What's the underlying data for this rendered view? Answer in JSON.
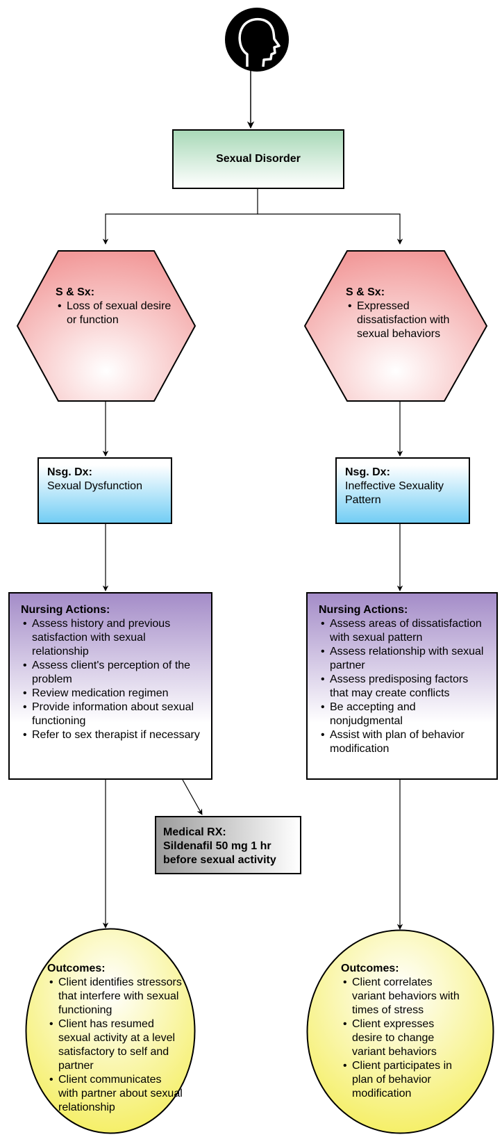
{
  "top": {
    "icon": "head-profile-icon"
  },
  "disorder": {
    "title": "Sexual Disorder"
  },
  "left": {
    "sx": {
      "title": "S & Sx:",
      "items": [
        "Loss of sexual desire or function"
      ]
    },
    "dx": {
      "title": "Nsg. Dx:",
      "text": "Sexual Dysfunction"
    },
    "actions": {
      "title": "Nursing Actions:",
      "items": [
        "Assess history and previous satisfaction with sexual relationship",
        "Assess client's perception of the problem",
        "Review medication regimen",
        "Provide information about sexual functioning",
        "Refer to sex therapist if necessary"
      ]
    },
    "outcomes": {
      "title": "Outcomes:",
      "items": [
        "Client identifies stressors that interfere with sexual functioning",
        "Client has resumed sexual activity at a level satisfactory to self and partner",
        "Client communicates with partner about sexual relationship"
      ]
    }
  },
  "medical": {
    "title": "Medical RX:",
    "text": "Sildenafil 50 mg 1 hr before sexual activity"
  },
  "right": {
    "sx": {
      "title": "S & Sx:",
      "items": [
        "Expressed dissatisfaction with sexual behaviors"
      ]
    },
    "dx": {
      "title": "Nsg. Dx:",
      "text": "Ineffective Sexuality Pattern"
    },
    "actions": {
      "title": "Nursing Actions:",
      "items": [
        "Assess areas of dissatisfaction with sexual pattern",
        "Assess relationship with sexual partner",
        "Assess predisposing factors that may create conflicts",
        "Be accepting and nonjudgmental",
        "Assist with plan of behavior modification"
      ]
    },
    "outcomes": {
      "title": "Outcomes:",
      "items": [
        "Client correlates variant behaviors with times of stress",
        "Client expresses desire to change variant behaviors",
        "Client participates in plan of behavior modification"
      ]
    }
  },
  "colors": {
    "disorder": "#a9d9b8",
    "sx": "#f29a9a",
    "dx": "#72cdf4",
    "actions": "#a48cc8",
    "medical": "#9b9b9b",
    "outcomes": "#f5ef68"
  }
}
